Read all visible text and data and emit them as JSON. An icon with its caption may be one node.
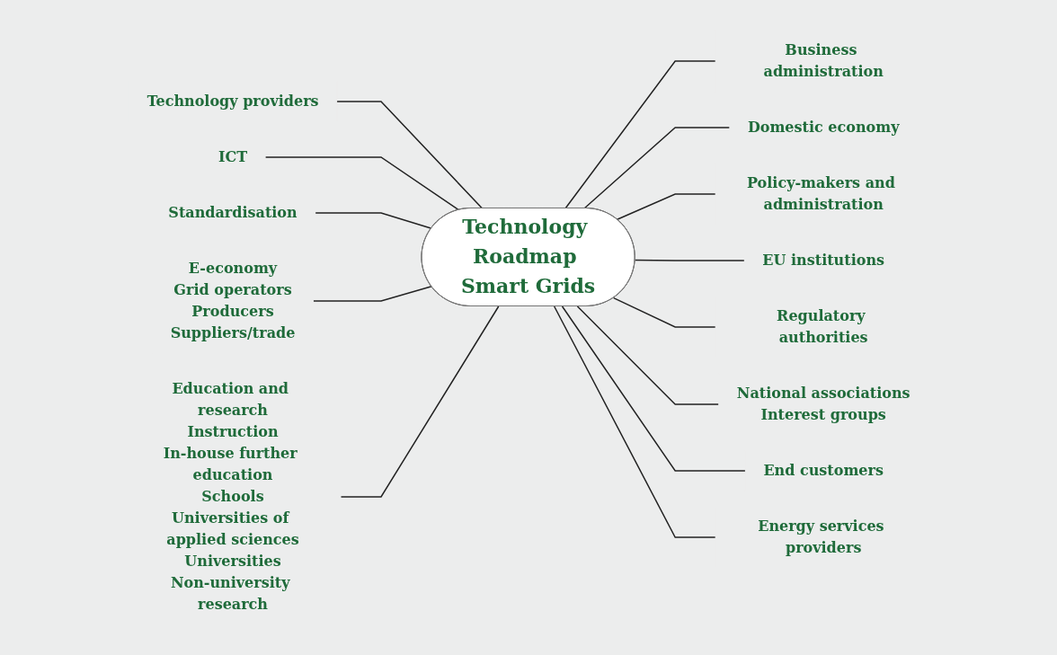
{
  "diagram": {
    "nodes": [
      {
        "text": [
          "Technology Roadmap Smart Grids"
        ]
      },
      {
        "text": [
          "Technology providers"
        ]
      },
      {
        "text": [
          "ICT"
        ]
      },
      {
        "text": [
          "Standardisation"
        ]
      },
      {
        "text": [
          "Business administration"
        ]
      },
      {
        "text": [
          "Domestic economy"
        ]
      },
      {
        "text": [
          "Policy-makers and administration"
        ]
      },
      {
        "text": [
          "EU institutions"
        ]
      },
      {
        "text": [
          "Regulatory authorities"
        ]
      },
      {
        "text": [
          "National associations",
          "Interest groups"
        ]
      },
      {
        "text": [
          "End customers"
        ]
      },
      {
        "text": [
          "Energy services providers"
        ]
      },
      {
        "text": [
          "E-economy",
          "Grid operators",
          "Producers",
          "Suppliers/trade"
        ]
      },
      {
        "text": [
          "Education and research",
          "Instruction",
          "In-house further education",
          "Schools",
          "Universities of applied sciences",
          "Universities",
          "Non-university research"
        ]
      }
    ],
    "edges": [
      {
        "from": 0,
        "to": 1,
        "arrow": "none"
      },
      {
        "from": 0,
        "to": 2,
        "arrow": "none"
      },
      {
        "from": 0,
        "to": 3,
        "arrow": "none"
      },
      {
        "from": 0,
        "to": 4,
        "arrow": "none"
      },
      {
        "from": 0,
        "to": 5,
        "arrow": "none"
      },
      {
        "from": 0,
        "to": 6,
        "arrow": "none"
      },
      {
        "from": 0,
        "to": 7,
        "arrow": "none"
      },
      {
        "from": 0,
        "to": 8,
        "arrow": "none"
      },
      {
        "from": 0,
        "to": 9,
        "arrow": "none"
      },
      {
        "from": 0,
        "to": 10,
        "arrow": "none"
      },
      {
        "from": 0,
        "to": 11,
        "arrow": "none"
      },
      {
        "from": 0,
        "to": 12,
        "arrow": "none"
      },
      {
        "from": 0,
        "to": 13,
        "arrow": "none"
      }
    ]
  }
}
